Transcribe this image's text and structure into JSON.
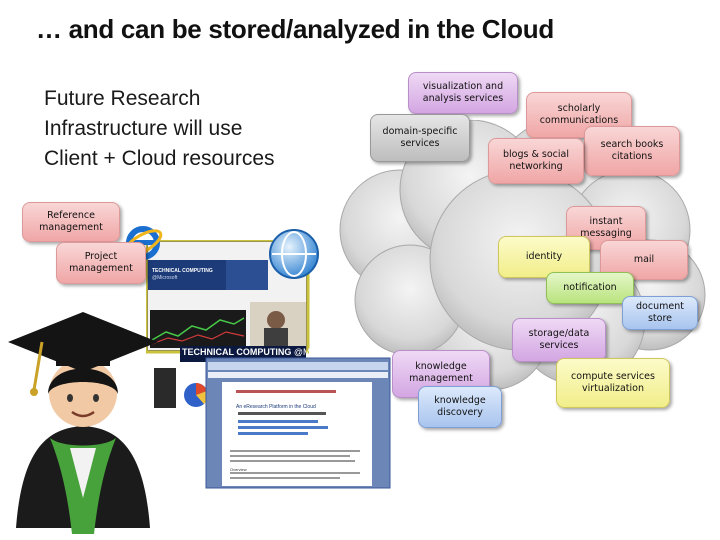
{
  "title": "… and can be stored/analyzed in the Cloud",
  "subtitle": [
    "Future Research",
    "Infrastructure will use",
    "Client + Cloud resources"
  ],
  "boxes": {
    "visualization": "visualization and analysis services",
    "scholarly": "scholarly communications",
    "domain": "domain-specific services",
    "search": "search books citations",
    "blogs": "blogs & social networking",
    "reference": "Reference management",
    "instant": "instant messaging",
    "project": "Project management",
    "identity": "identity",
    "mail": "mail",
    "notification": "notification",
    "document": "document store",
    "storage": "storage/data services",
    "knowledge_management": "knowledge management",
    "compute": "compute services virtualization",
    "knowledge_discovery": "knowledge discovery"
  },
  "screenshot": {
    "tc_header": "TECHNICAL COMPUTING",
    "tc_sub": "@Microsoft",
    "tc_banner": "TECHNICAL COMPUTING",
    "tc_banner_brand": "@Microsoft",
    "doc_title": "An eResearch Platform in the Cloud",
    "doc_overview": "Overview"
  },
  "colors": {
    "pink": "#f0a6a6",
    "violet": "#d3a6e2",
    "gray": "#bdbdbd",
    "blue": "#a8c4ee",
    "yellow": "#f1ee8a",
    "green": "#b9e37e"
  },
  "icons": [
    "graduate-icon",
    "internet-explorer-icon",
    "cloud-icon"
  ]
}
